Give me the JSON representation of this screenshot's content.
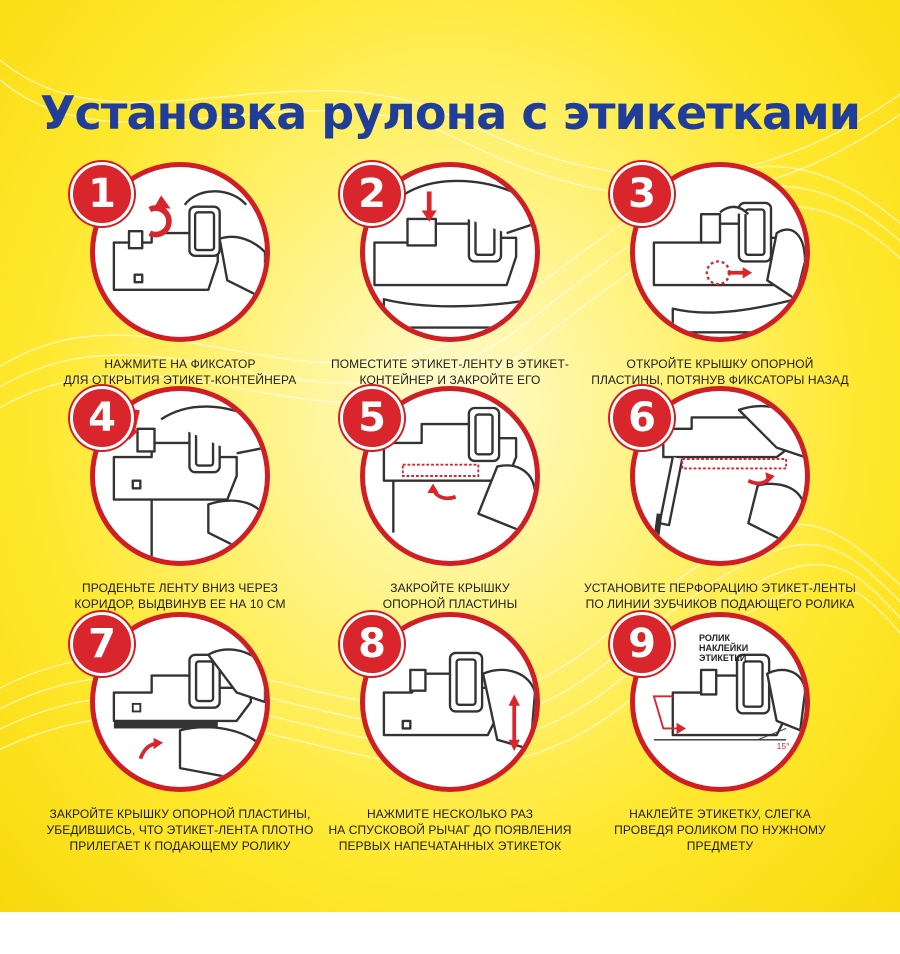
{
  "title": "Установка рулона с этикетками",
  "colors": {
    "title": "#1f3d99",
    "accent_red": "#d9262d",
    "background": "#ffe82e"
  },
  "steps": [
    {
      "number": "1",
      "lines": [
        "нажмите на фиксатор",
        "для открытия этикет-контейнера"
      ]
    },
    {
      "number": "2",
      "lines": [
        "поместите этикет-ленту в этикет-",
        "контейнер и закройте его"
      ]
    },
    {
      "number": "3",
      "lines": [
        "откройте крышку опорной",
        "пластины, потянув фиксаторы назад"
      ]
    },
    {
      "number": "4",
      "lines": [
        "проденьте ленту вниз через",
        "коридор, выдвинув ее на 10 см"
      ]
    },
    {
      "number": "5",
      "lines": [
        "закройте крышку",
        "опорной пластины"
      ]
    },
    {
      "number": "6",
      "lines": [
        "установите перфорацию этикет-ленты",
        "по линии зубчиков подающего ролика"
      ]
    },
    {
      "number": "7",
      "lines": [
        "закройте крышку опорной пластины,",
        "убедившись, что этикет-лента плотно",
        "прилегает к подающему ролику"
      ]
    },
    {
      "number": "8",
      "lines": [
        "нажмите несколько раз",
        "на спусковой рычаг до появления",
        "первых напечатанных этикеток"
      ]
    },
    {
      "number": "9",
      "lines": [
        "наклейте этикетку, слегка",
        "проведя роликом по нужному",
        "предмету"
      ]
    }
  ],
  "step9_label": [
    "ролик",
    "наклейки",
    "этикетки"
  ],
  "step9_angle": "15°"
}
